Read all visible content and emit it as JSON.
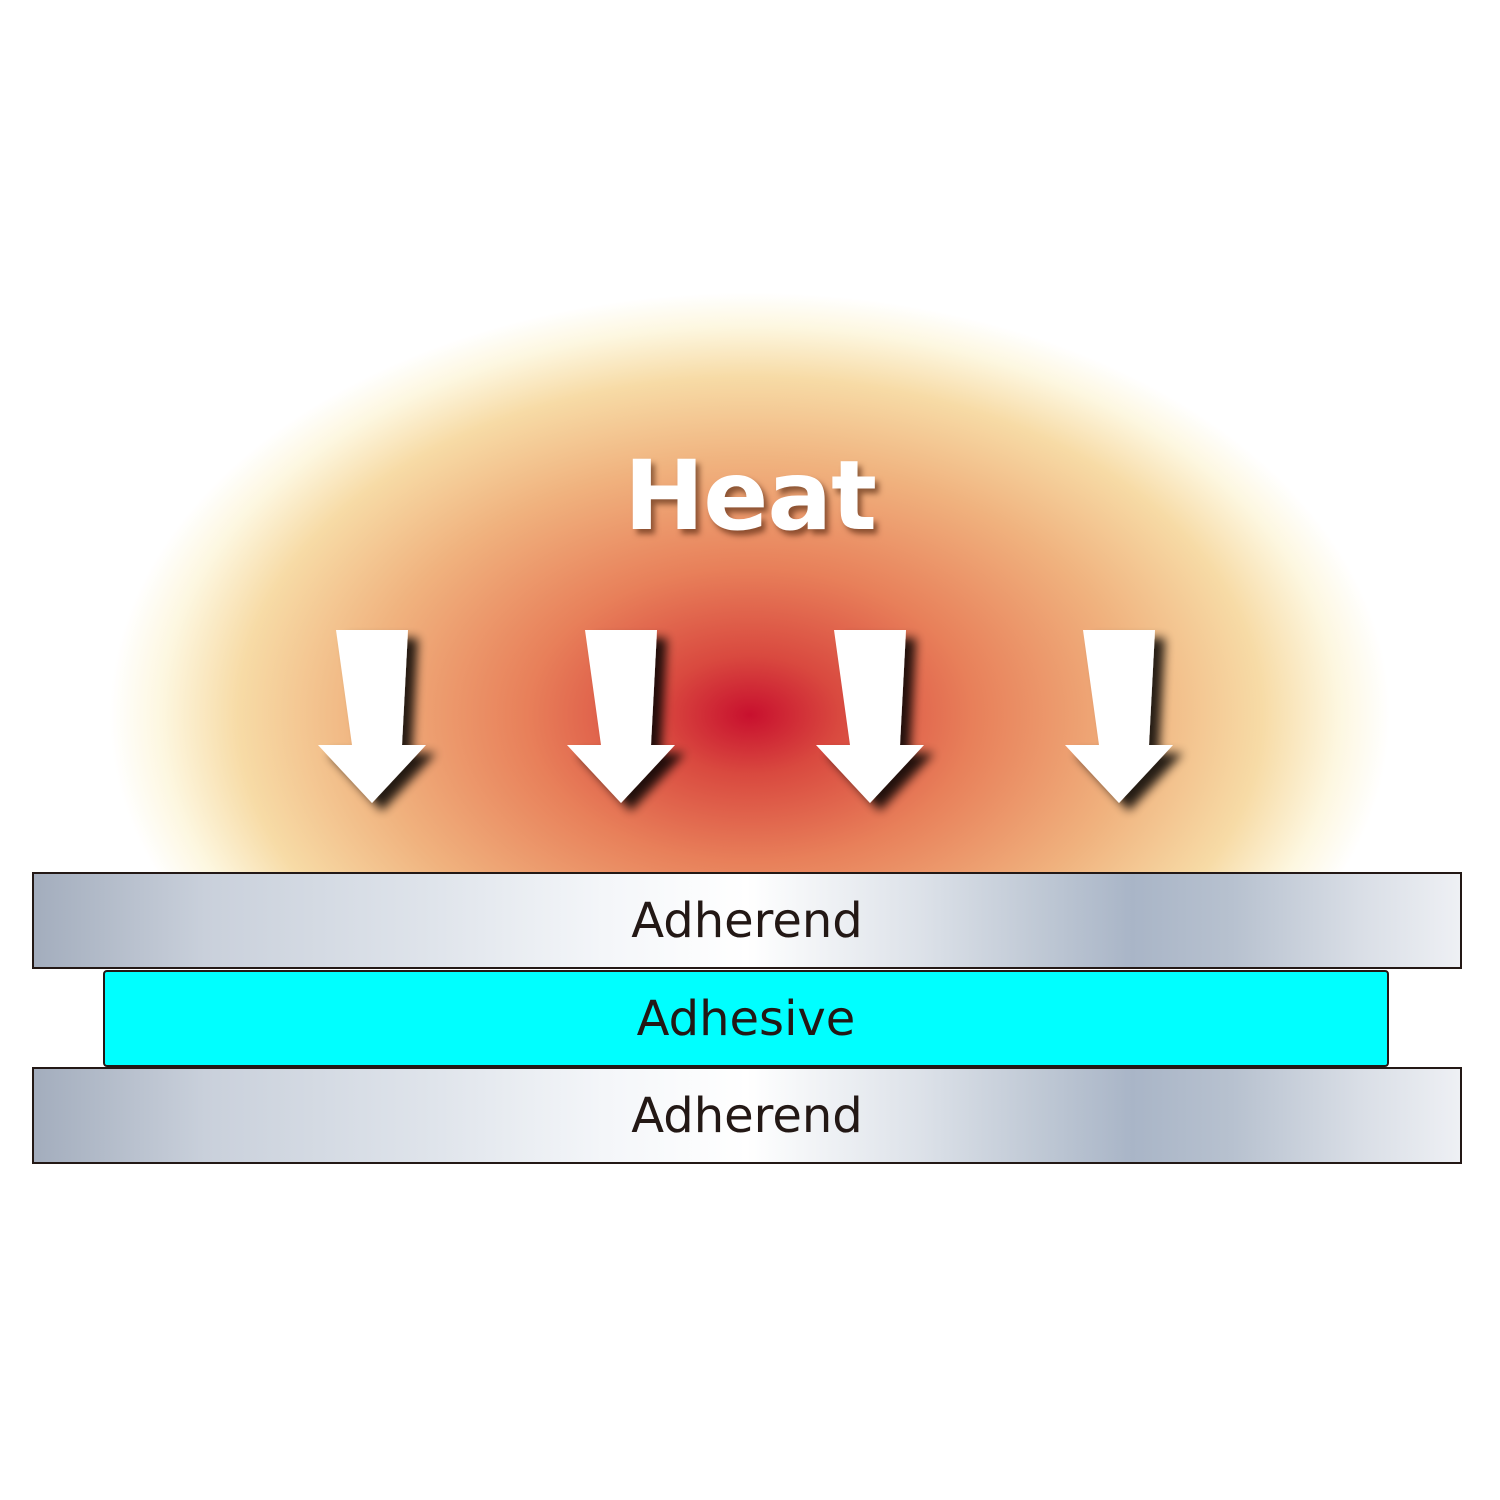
{
  "heat": {
    "label": "Heat",
    "glow_colors": {
      "core": "#c8102e",
      "mid": "#e8805a",
      "outer": "#f3c98e",
      "edge": "#fdf7e0"
    },
    "arrow_icon": "arrow-down-icon",
    "arrow_count": 4,
    "arrow_color": "#ffffff"
  },
  "layers": {
    "top": {
      "label": "Adherend",
      "color": "#c9d0db"
    },
    "middle": {
      "label": "Adhesive",
      "color": "#00ffff"
    },
    "bottom": {
      "label": "Adherend",
      "color": "#c9d0db"
    }
  }
}
